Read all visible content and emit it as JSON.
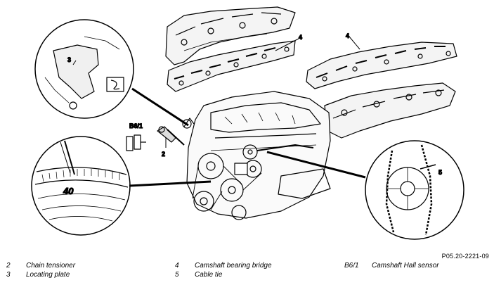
{
  "figure_id": "P05.20-2221-09",
  "callouts": {
    "sensor_ref": "B6/1",
    "camshaft_bridge_left": "4",
    "camshaft_bridge_right": "4",
    "locating_plate": "3",
    "chain_tensioner": "2",
    "cable_tie": "5",
    "scale_mark": "40"
  },
  "legend": [
    {
      "num": "2",
      "text": "Chain tensioner"
    },
    {
      "num": "3",
      "text": "Locating plate"
    },
    {
      "num": "4",
      "text": "Camshaft bearing bridge"
    },
    {
      "num": "5",
      "text": "Cable tie"
    },
    {
      "num": "B6/1",
      "text": "Camshaft Hall sensor"
    }
  ]
}
